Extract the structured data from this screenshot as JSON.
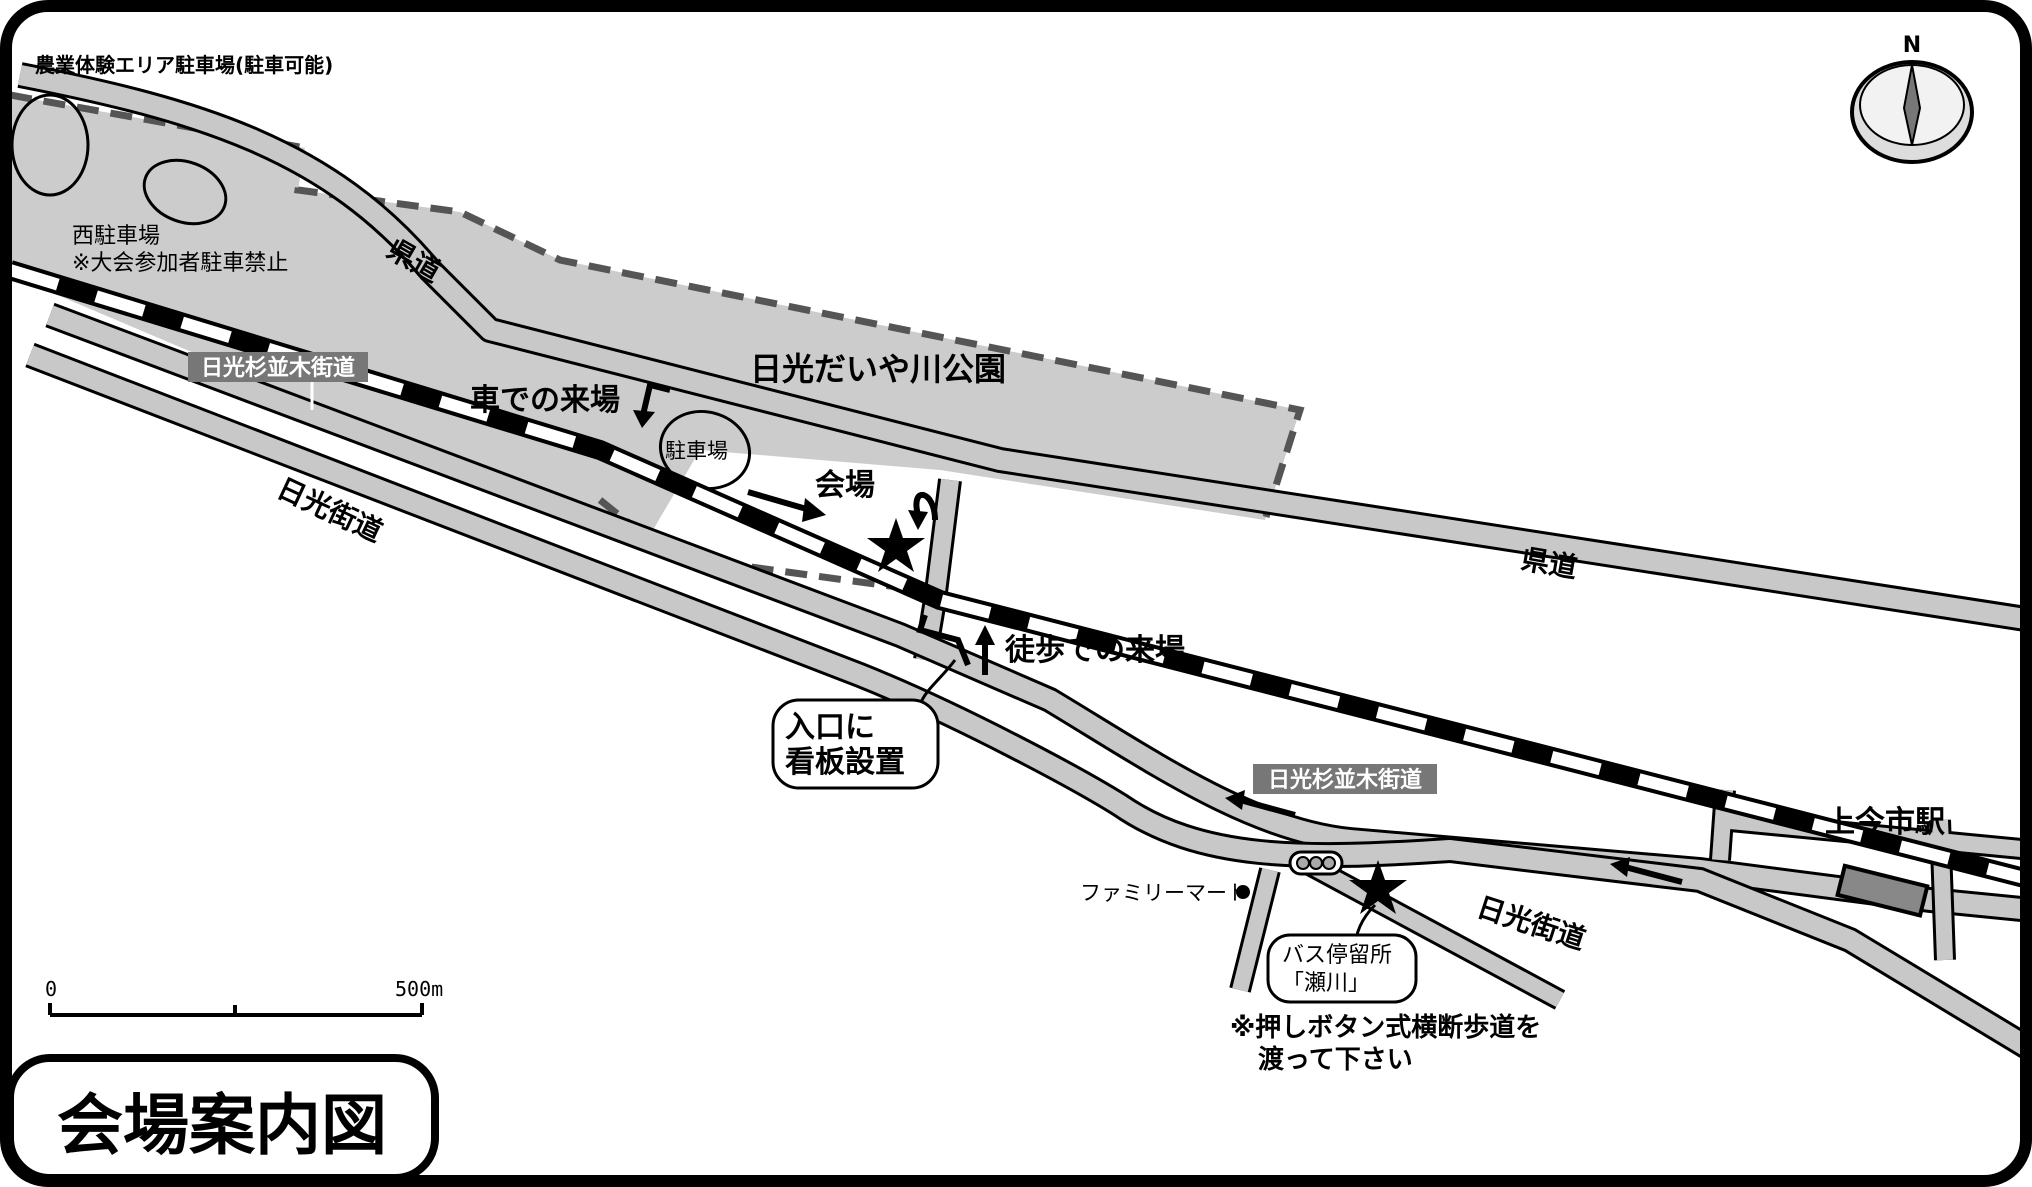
{
  "title": "会場案内図",
  "compass_label": "N",
  "labels": {
    "agri_parking": "農業体験エリア駐車場(駐車可能)",
    "west_parking_line1": "西駐車場",
    "west_parking_line2": "※大会参加者駐車禁止",
    "kendo_upper": "県道",
    "kendo_right": "県道",
    "park": "日光だいや川公園",
    "cedar_road_left": "日光杉並木街道",
    "cedar_road_right": "日光杉並木街道",
    "car_access": "車での来場",
    "parking": "駐車場",
    "venue": "会場",
    "nikko_kaido_left": "日光街道",
    "nikko_kaido_right": "日光街道",
    "walk_access": "徒歩での来場",
    "sign_line1": "入口に",
    "sign_line2": "看板設置",
    "station": "上今市駅",
    "family_mart": "ファミリーマート",
    "bus_stop_line1": "バス停留所",
    "bus_stop_line2": "「瀬川」",
    "crosswalk_line1": "※押しボタン式横断歩道を",
    "crosswalk_line2": "渡って下さい"
  },
  "scale": {
    "start": "0",
    "end": "500m"
  },
  "colors": {
    "park_fill": "#cccccc",
    "road_fill": "#c8c8c8",
    "outline": "#000000"
  }
}
